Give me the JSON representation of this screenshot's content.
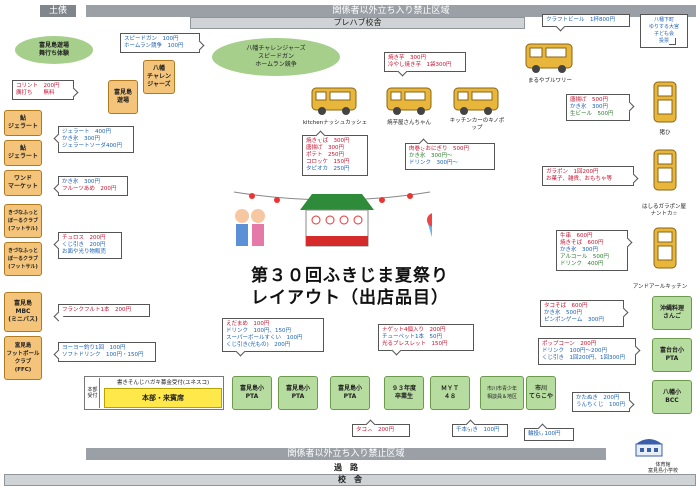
{
  "top": {
    "badge": "土俵",
    "bar": "関係者以外立ち入り禁止区域"
  },
  "bottom": {
    "bar": "関係者以外立ち入り禁止区域",
    "road": "過　路",
    "school": "校　舎"
  },
  "prefab": "プレハブ校舎",
  "title_line1": "第３０回ふきじま夏祭り",
  "title_line2": "レイアウト（出店品目）",
  "experience": "富見島遊場\n舞行ち体験",
  "colitto": {
    "l1": "コリント　200円",
    "l2": "廣打ち　　無料"
  },
  "speedgun": {
    "l1": "スピードガン　100円",
    "l2": "ホームラン競争　100円"
  },
  "oval": {
    "l1": "八幡チャレンジャーズ",
    "l2": "スピードガン",
    "l3": "ホームラン競争"
  },
  "hachiman_box": "八幡\nチャレン\nジャーズ",
  "tomi_box": "富見島\n遊場",
  "trucks": [
    {
      "label": "kitchenナッシュカッシェ"
    },
    {
      "label": "焼芋屋さんちゃん"
    },
    {
      "label": "キッチンカーのキノポップ"
    },
    {
      "label": "まるやブルワリー"
    },
    {
      "label": "猪ひ"
    },
    {
      "label": "はしるガラポン屋\nナントカ☆"
    },
    {
      "label": "アンドアールキッチン"
    }
  ],
  "craftbeer": "クラフトビール　1杯800円",
  "hachiman_kids": "八幡下町\nゆりする大宮\n子ども会\n投票",
  "yakiimo": {
    "l1": "焼き芋　300円",
    "l2": "冷やし焼き芋　1袋300円"
  },
  "kitchen_menu": [
    "焼きそば　300円",
    "唐揚げ　300円",
    "ポテト　250円",
    "コロッケ　150円",
    "タピオカ　250円"
  ],
  "onigiri": {
    "l1": "肉巻きおにぎり　500円",
    "l2": "かき氷　300円〜",
    "l3": "ドリンク　300円〜"
  },
  "karaage": [
    "唐揚げ　500円",
    "かき氷　300円",
    "生ビール　500円"
  ],
  "garapon": {
    "l1": "ガラポン　1回200円",
    "l2": "お菓子、雑貨、おもちゃ等"
  },
  "andr": [
    "牛串　600円",
    "焼きそば　600円",
    "かき氷　300円",
    "アルコール　500円",
    "ドリンク　400円"
  ],
  "left_boxes": [
    "鮎\nジェラート",
    "鮎\nジェラート",
    "ワンド\nマーケット",
    "きづなふっと\nぼーるクラブ\n(フットサル)",
    "きづなふっと\nぼーるクラブ\n(フットサル)",
    "富見島\nMBC\n(ミニバス)",
    "富見島\nフットボール\nクラブ\n(FFC)"
  ],
  "gelato": [
    "ジェラート　400円",
    "かき氷　300円",
    "ジェラートソーダ400円"
  ],
  "wand": [
    "かき氷　300円",
    "フルーツあめ　200円"
  ],
  "churros": [
    "チュロス　200円",
    "くじ引き　200円",
    "お面や光り物販売"
  ],
  "frank": "フランクフルト1本　200円",
  "yoyo": [
    "ヨーヨー釣り1回　100円",
    "ソフトドリンク　100円・150円"
  ],
  "edamame": [
    "えだまめ　100円",
    "ドリンク　100円、150円",
    "スーパーボールすくい　100円",
    "くじ引き(光もの)　200円"
  ],
  "nugget": [
    "ナゲット4個入り　200円",
    "チューペット1本　50円",
    "光るブレスレット　150円"
  ],
  "popcorn": [
    "ポップコーン　200円",
    "ドリンク　100円〜200円",
    "くじ引き　1回200円、1回300円"
  ],
  "takoyaki_r": [
    "タコそば　600円",
    "かき氷　500円",
    "ピンポンゲーム　300円"
  ],
  "kata": [
    "かたぬき　200円",
    "うんちくじ　100円"
  ],
  "right_boxes": [
    "沖縄料理\nさんご",
    "富台台小\nPTA",
    "八幡小\nBCC"
  ],
  "bottom_boxes": [
    "富見島小\nPTA",
    "富見島小\nPTA",
    "富見島小\nPTA",
    "９３年度\n卒業生",
    "ＭＹＴ\n４８",
    "市川市青少年\n相談員＆地区",
    "市川\nてらこや"
  ],
  "honbu": "本部・来賓席",
  "honbu_side": "本部\n受付",
  "shodo": "書きそんじハガキ募金受付(ユネスコ)",
  "takosu": "タコス　200円",
  "senbon": "千本引き　100円",
  "wanage": "輪投げ100円",
  "gym": "体育館\n富見島小学校"
}
